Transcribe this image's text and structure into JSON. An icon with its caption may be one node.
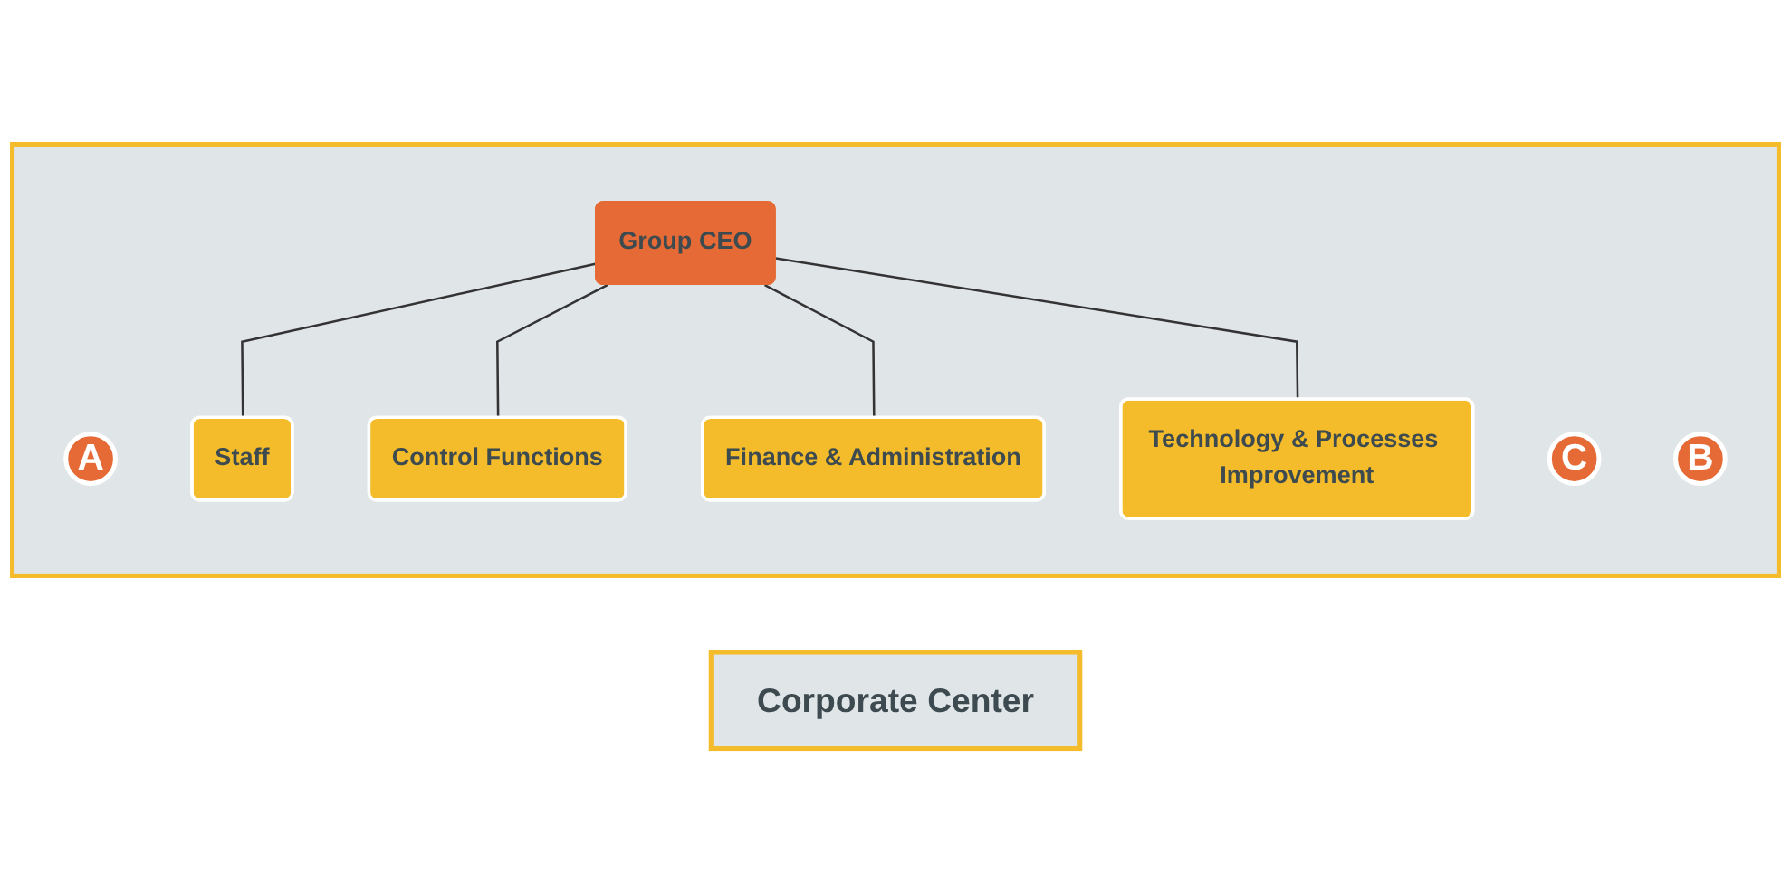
{
  "diagram": {
    "nodes": [
      {
        "text": [
          "Corporate Center"
        ]
      },
      {
        "text": [],
        "shape": "box"
      },
      {
        "text": [
          "A"
        ],
        "in": 1
      },
      {
        "text": [
          "Group CEO"
        ],
        "in": 1
      },
      {
        "text": [
          "Staff"
        ],
        "in": 1
      },
      {
        "text": [
          "Control Functions"
        ],
        "in": 1
      },
      {
        "text": [
          "Finance & Administration"
        ],
        "in": 1
      },
      {
        "text": [
          "C"
        ],
        "in": 1
      },
      {
        "text": [
          "Technology & Processes Improvement"
        ],
        "in": 1
      },
      {
        "text": [
          "B"
        ],
        "in": 1
      }
    ],
    "edges": [
      {
        "from": 3,
        "to": 4,
        "arrow": "none"
      },
      {
        "from": 3,
        "to": 5,
        "arrow": "none"
      },
      {
        "from": 3,
        "to": 6,
        "arrow": "none"
      },
      {
        "from": 3,
        "to": 8,
        "arrow": "none"
      }
    ]
  }
}
